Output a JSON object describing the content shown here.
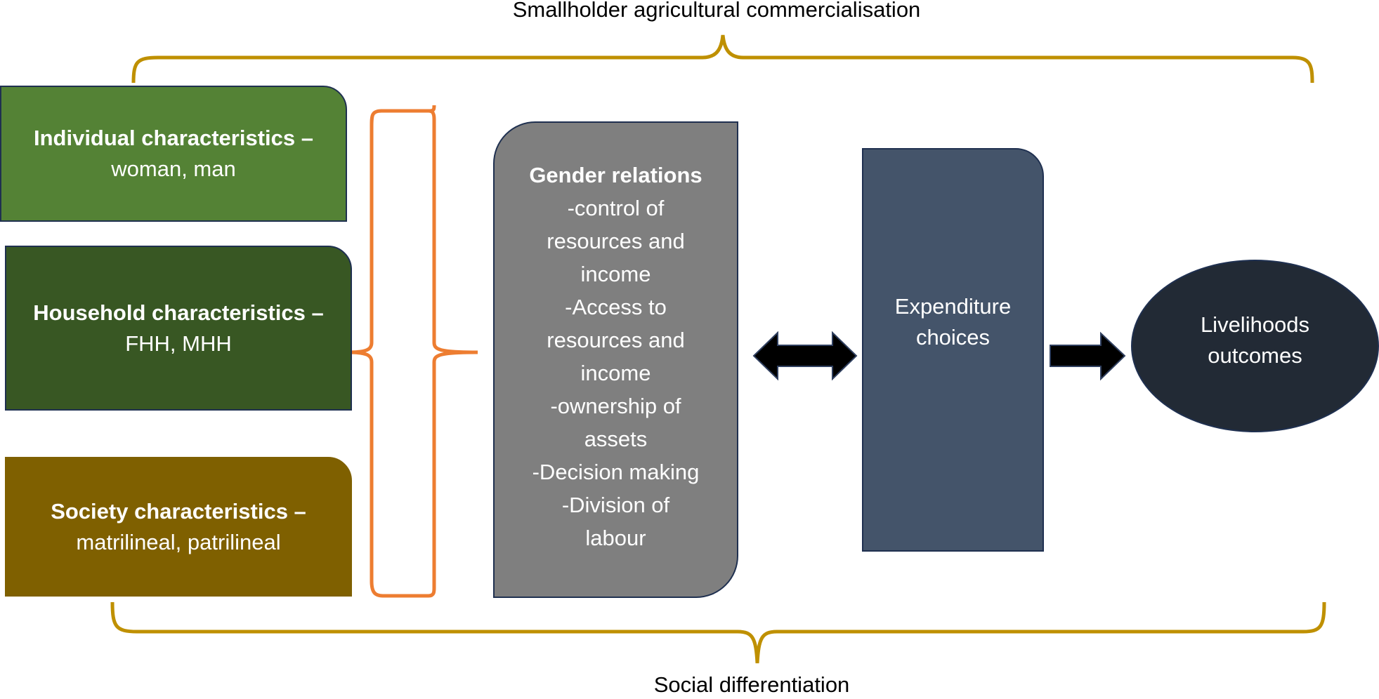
{
  "top_label": "Smallholder agricultural commercialisation",
  "bottom_label": "Social differentiation",
  "individual": {
    "title": "Individual characteristics –",
    "detail": "woman, man"
  },
  "household": {
    "title": "Household characteristics –",
    "detail": "FHH, MHH"
  },
  "society": {
    "title": "Society characteristics –",
    "detail": "matrilineal, patrilineal"
  },
  "gender": {
    "title": "Gender relations",
    "lines": [
      "-control of",
      "resources and",
      "income",
      "-Access to",
      "resources and",
      "income",
      "-ownership of",
      "assets",
      "-Decision making",
      "-Division of",
      "labour"
    ]
  },
  "expenditure": {
    "line1": "Expenditure",
    "line2": "choices"
  },
  "livelihoods": {
    "line1": "Livelihoods",
    "line2": "outcomes"
  },
  "colors": {
    "individual": "#548235",
    "household": "#385723",
    "society": "#7f6000",
    "gender": "#7f7f7f",
    "expenditure": "#44546a",
    "livelihoods": "#222a35",
    "outer_brace": "#bf9000",
    "inner_brace": "#ed7d31",
    "arrow": "#000000"
  }
}
